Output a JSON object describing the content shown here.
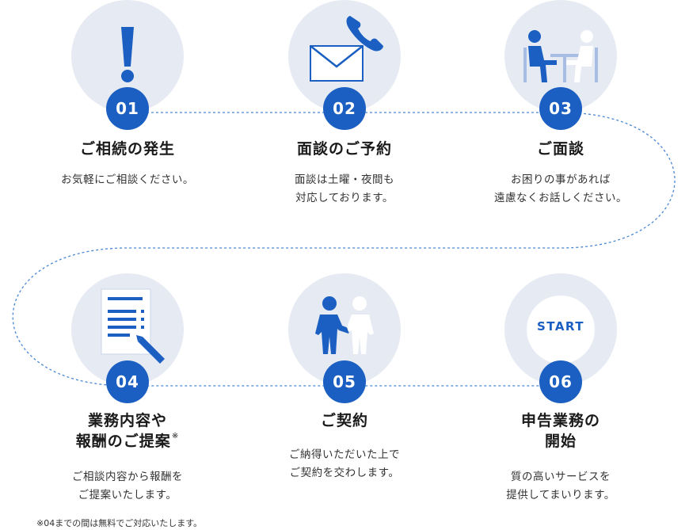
{
  "colors": {
    "accent": "#1a5fc1",
    "circle_bg": "#e6eaf2",
    "connector": "#4a87d4"
  },
  "steps": [
    {
      "number": "01",
      "title_lines": [
        "ご相続の発生"
      ],
      "title_mark": "",
      "desc_lines": [
        "お気軽にご相談ください。"
      ],
      "icon": "exclamation-icon"
    },
    {
      "number": "02",
      "title_lines": [
        "面談のご予約"
      ],
      "title_mark": "",
      "desc_lines": [
        "面談は土曜・夜間も",
        "対応しております。"
      ],
      "icon": "mail-phone-icon"
    },
    {
      "number": "03",
      "title_lines": [
        "ご面談"
      ],
      "title_mark": "",
      "desc_lines": [
        "お困りの事があれば",
        "遠慮なくお話しください。"
      ],
      "icon": "meeting-icon"
    },
    {
      "number": "04",
      "title_lines": [
        "業務内容や",
        "報酬のご提案"
      ],
      "title_mark": "※",
      "desc_lines": [
        "ご相談内容から報酬を",
        "ご提案いたします。"
      ],
      "icon": "document-pen-icon"
    },
    {
      "number": "05",
      "title_lines": [
        "ご契約"
      ],
      "title_mark": "",
      "desc_lines": [
        "ご納得いただいた上で",
        "ご契約を交わします。"
      ],
      "icon": "handshake-icon"
    },
    {
      "number": "06",
      "title_lines": [
        "申告業務の",
        "開始"
      ],
      "title_mark": "",
      "desc_lines": [
        "質の高いサービスを",
        "提供してまいります。"
      ],
      "icon": "start-icon",
      "icon_text": "START"
    }
  ],
  "footnote": "※04までの間は無料でご対応いたします。"
}
